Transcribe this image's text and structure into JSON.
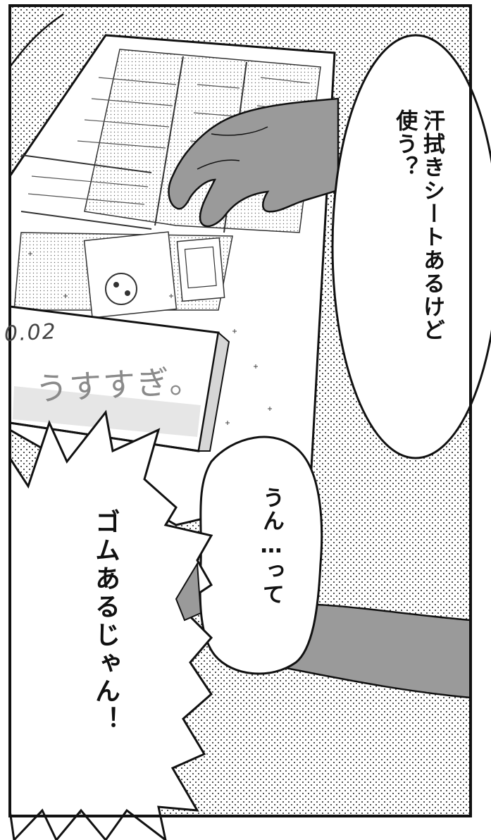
{
  "panel": {
    "speech_bubble_1": "汗拭きシートあるけど\n使う？",
    "speech_bubble_2": "うん…って",
    "shout_bubble": "ゴムあるじゃん！",
    "box_label_number": "0.02",
    "box_label_name": "うすすぎ。"
  },
  "colors": {
    "ink": "#111111",
    "tone_gray": "#9a9a9a",
    "paper": "#ffffff"
  }
}
